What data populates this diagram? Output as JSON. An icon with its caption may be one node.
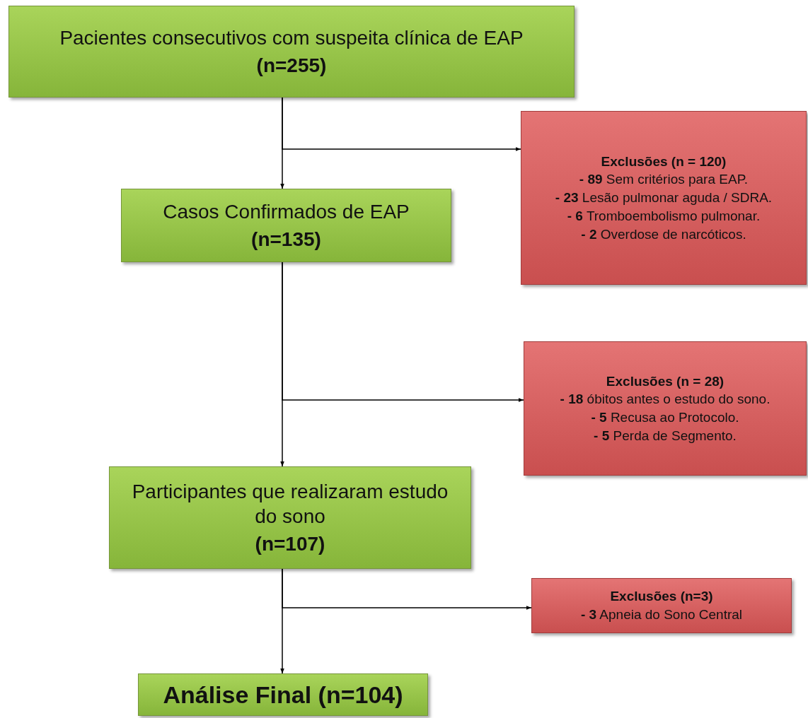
{
  "diagram": {
    "nodes": [
      {
        "text": [
          "Pacientes consecutivos com suspeita clínica de EAP",
          "(n=255)"
        ]
      },
      {
        "text": [
          "Exclusões (n = 120)",
          "**- 89** Sem critérios para EAP.",
          "**- 23** Lesão pulmonar aguda / SDRA.",
          "**- 6** Tromboembolismo pulmonar.",
          "**- 2** Overdose de narcóticos."
        ]
      },
      {
        "text": [
          "Casos Confirmados de EAP",
          "(n=135)"
        ]
      },
      {
        "text": [
          "Exclusões (n = 28)",
          "**- 18** óbitos antes o estudo do sono.",
          "**- 5** Recusa ao Protocolo.",
          "**- 5** Perda de Segmento."
        ]
      },
      {
        "text": [
          "Participantes que realizaram estudo do sono",
          "(n=107)"
        ]
      },
      {
        "text": [
          "Exclusões (n=3)",
          "**- 3** Apneia do Sono Central"
        ]
      },
      {
        "text": [
          "Análise Final (n=104)"
        ]
      }
    ],
    "edges": [
      {
        "from": 0,
        "to": 2,
        "arrow": "to"
      },
      {
        "from": 0,
        "to": 1,
        "arrow": "to"
      },
      {
        "from": 2,
        "to": 4,
        "arrow": "to"
      },
      {
        "from": 2,
        "to": 3,
        "arrow": "to"
      },
      {
        "from": 4,
        "to": 6,
        "arrow": "to"
      },
      {
        "from": 4,
        "to": 5,
        "arrow": "to"
      }
    ]
  }
}
